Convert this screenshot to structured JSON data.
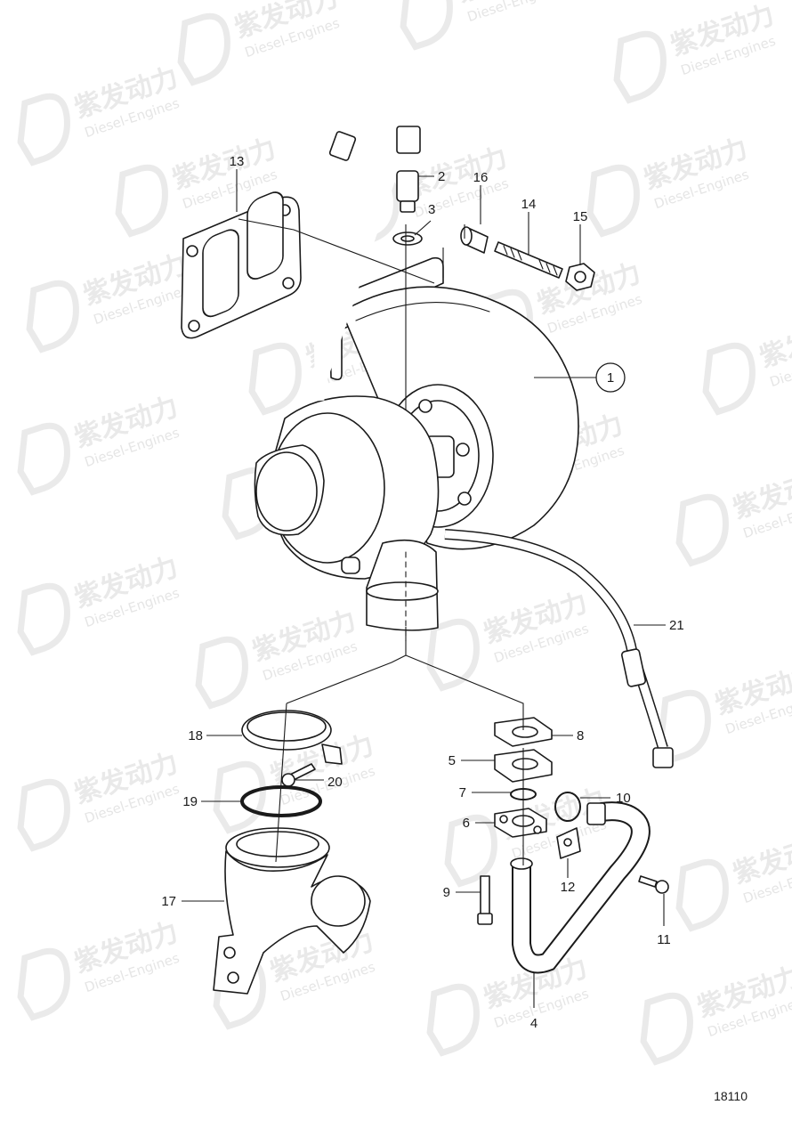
{
  "callouts": [
    {
      "id": "1",
      "label": "1",
      "circled": true
    },
    {
      "id": "2",
      "label": "2"
    },
    {
      "id": "3",
      "label": "3"
    },
    {
      "id": "4",
      "label": "4"
    },
    {
      "id": "5",
      "label": "5"
    },
    {
      "id": "6",
      "label": "6"
    },
    {
      "id": "7",
      "label": "7"
    },
    {
      "id": "8",
      "label": "8"
    },
    {
      "id": "9",
      "label": "9"
    },
    {
      "id": "10",
      "label": "10"
    },
    {
      "id": "11",
      "label": "11"
    },
    {
      "id": "12",
      "label": "12"
    },
    {
      "id": "13",
      "label": "13"
    },
    {
      "id": "14",
      "label": "14"
    },
    {
      "id": "15",
      "label": "15"
    },
    {
      "id": "16",
      "label": "16"
    },
    {
      "id": "17",
      "label": "17"
    },
    {
      "id": "18",
      "label": "18"
    },
    {
      "id": "19",
      "label": "19"
    },
    {
      "id": "20",
      "label": "20"
    },
    {
      "id": "21",
      "label": "21"
    }
  ],
  "drawing_number": "18110",
  "watermark": {
    "brand": "紫发动力",
    "subtitle": "Diesel-Engines"
  }
}
